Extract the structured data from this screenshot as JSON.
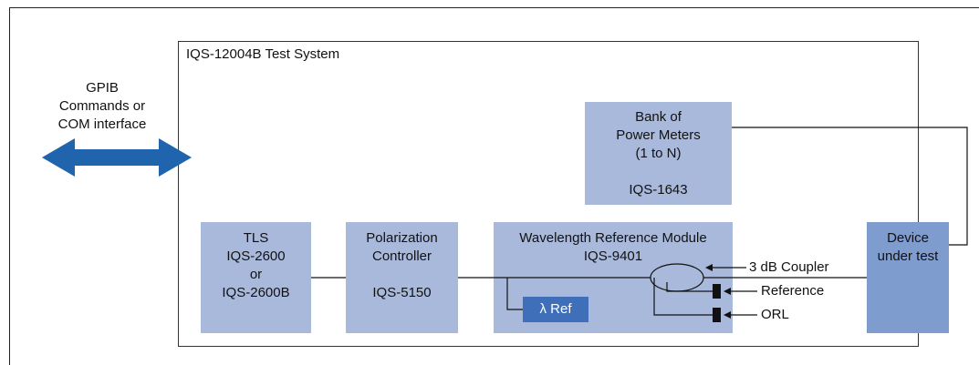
{
  "system_title": "IQS-12004B Test System",
  "gpib": {
    "lines": [
      "GPIB",
      "Commands or",
      "COM interface"
    ]
  },
  "power_meters": {
    "lines": [
      "Bank of",
      "Power Meters",
      "(1 to N)"
    ],
    "model": "IQS-1643"
  },
  "tls": {
    "lines": [
      "TLS",
      "IQS-2600",
      "or",
      "IQS-2600B"
    ]
  },
  "polarization": {
    "lines": [
      "Polarization",
      "Controller"
    ],
    "model": "IQS-5150"
  },
  "wavelength_ref": {
    "lines": [
      "Wavelength Reference Module",
      "IQS-9401"
    ]
  },
  "lambda_ref": "λ Ref",
  "dut": {
    "lines": [
      "Device",
      "under test"
    ]
  },
  "labels": {
    "coupler": "3 dB Coupler",
    "reference": "Reference",
    "orl": "ORL"
  },
  "colors": {
    "box_fill": "#a9b9dc",
    "dut_fill": "#7f9ccf",
    "lambda_fill": "#3f6fb9",
    "arrow": "#1f64ad"
  }
}
